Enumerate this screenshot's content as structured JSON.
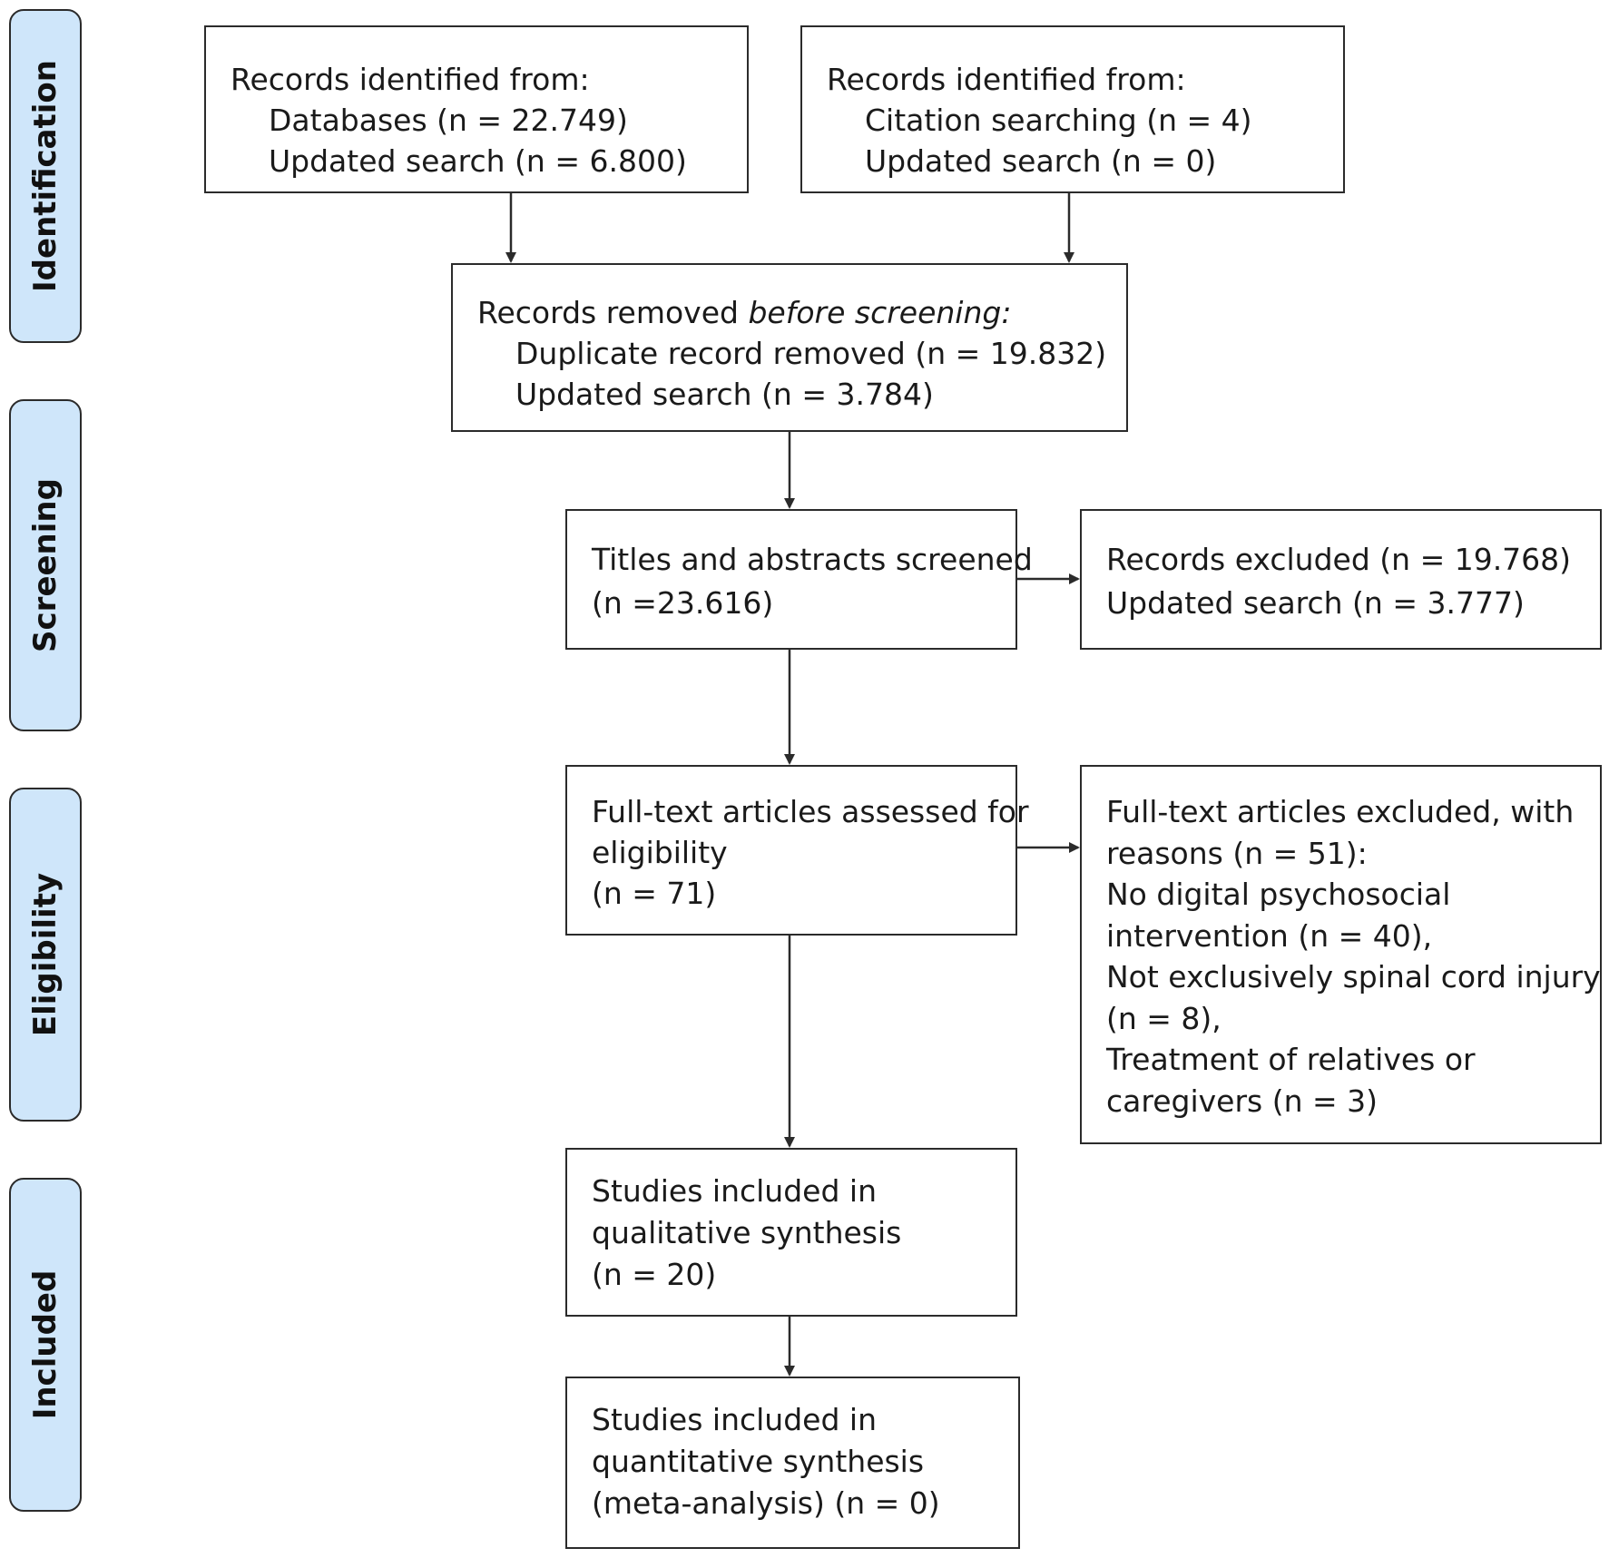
{
  "phases": {
    "identification": "Identification",
    "screening": "Screening",
    "eligibility": "Eligibility",
    "included": "Included"
  },
  "identification_left": {
    "heading": "Records identified from:",
    "line1": "Databases (n = 22.749)",
    "line2": "Updated search (n = 6.800)"
  },
  "identification_right": {
    "heading": "Records identified from:",
    "line1": "Citation searching (n = 4)",
    "line2": "Updated search (n = 0)"
  },
  "removed": {
    "heading_prefix": "Records removed ",
    "heading_italic": "before screening:",
    "line1": "Duplicate record removed (n = 19.832)",
    "line2": "Updated search (n = 3.784)"
  },
  "screened": {
    "line1": "Titles and abstracts screened",
    "line2": "(n =23.616)"
  },
  "excluded": {
    "line1": "Records excluded (n = 19.768)",
    "line2": "Updated search (n = 3.777)"
  },
  "assessed": {
    "line1": "Full-text articles assessed for",
    "line2": "eligibility",
    "line3": "(n = 71)"
  },
  "fulltext_excluded": {
    "line1": "Full-text articles excluded, with",
    "line2": "reasons (n = 51):",
    "line3": "No digital psychosocial",
    "line4": "intervention (n = 40),",
    "line5": "Not exclusively spinal cord injury",
    "line6": "(n = 8),",
    "line7": "Treatment of relatives or",
    "line8": "caregivers (n = 3)"
  },
  "qualitative": {
    "line1": "Studies included in",
    "line2": "qualitative synthesis",
    "line3": "(n = 20)"
  },
  "quantitative": {
    "line1": "Studies included in",
    "line2": "quantitative synthesis",
    "line3": "(meta-analysis) (n = 0)"
  }
}
